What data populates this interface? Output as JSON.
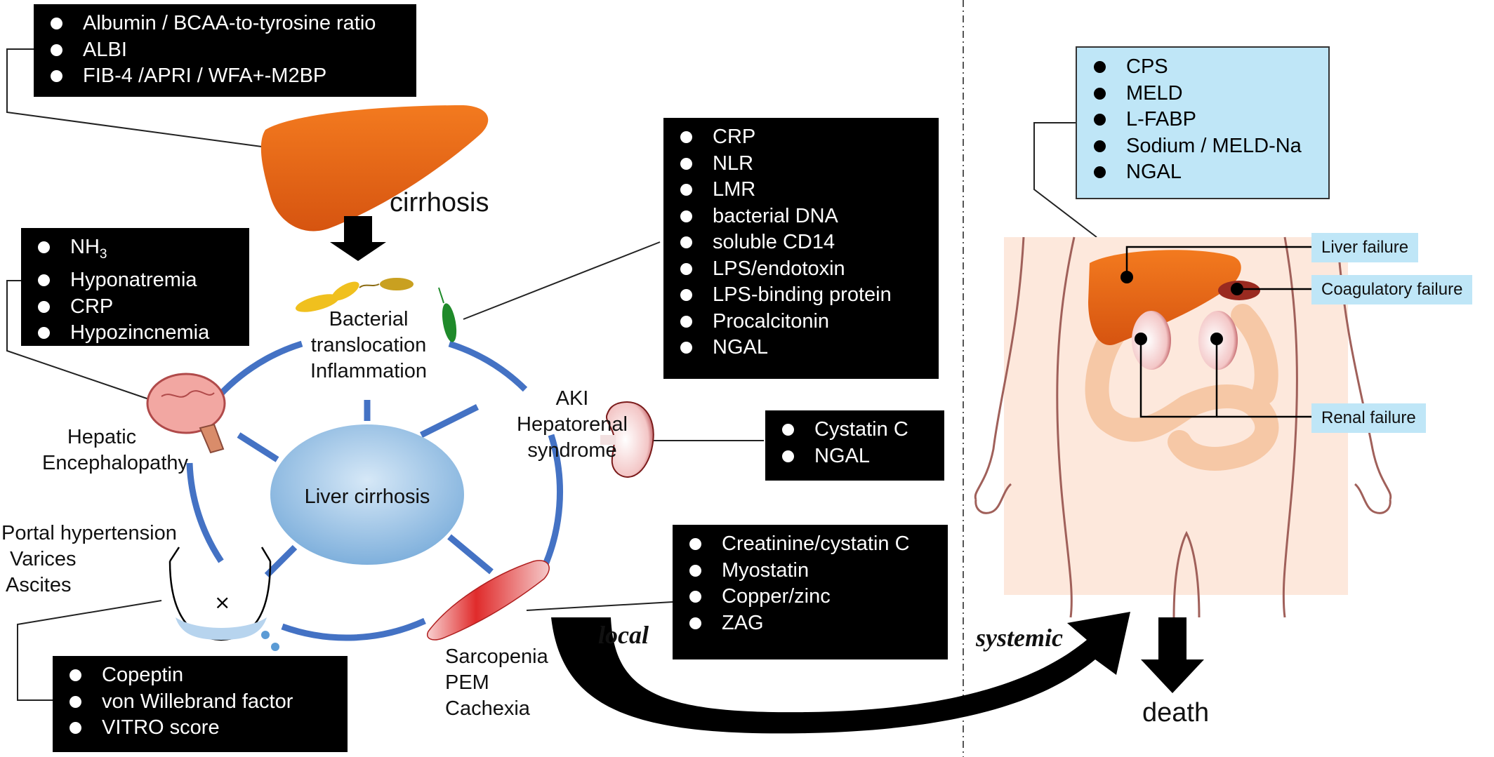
{
  "center_label": "Liver cirrhosis",
  "cirrhosis_label": "cirrhosis",
  "nodes": {
    "bacterial": [
      "Bacterial",
      "translocation",
      "Inflammation"
    ],
    "aki": [
      "AKI",
      "Hepatorenal",
      "syndrome"
    ],
    "hepatic": [
      "Hepatic",
      "Encephalopathy"
    ],
    "portal": [
      "Portal hypertension",
      "Varices",
      "Ascites"
    ],
    "sarcopenia": [
      "Sarcopenia",
      "PEM",
      "Cachexia"
    ]
  },
  "boxes": {
    "liver_markers": [
      "Albumin / BCAA-to-tyrosine ratio",
      "ALBI",
      "FIB-4 /APRI / WFA+-M2BP"
    ],
    "he_markers": [
      "NH3",
      "Hyponatremia",
      "CRP",
      "Hypozincnemia"
    ],
    "bacterial_markers": [
      "CRP",
      "NLR",
      "LMR",
      "bacterial DNA",
      "soluble CD14",
      "LPS/endotoxin",
      "LPS-binding protein",
      "Procalcitonin",
      "NGAL"
    ],
    "aki_markers": [
      "Cystatin C",
      "NGAL"
    ],
    "sarcopenia_markers": [
      "Creatinine/cystatin C",
      "Myostatin",
      "Copper/zinc",
      "ZAG"
    ],
    "portal_markers": [
      "Copeptin",
      "von Willebrand factor",
      "VITRO score"
    ],
    "systemic_markers": [
      "CPS",
      "MELD",
      "L-FABP",
      "Sodium / MELD-Na",
      "NGAL"
    ]
  },
  "organ_failure_labels": {
    "liver": "Liver failure",
    "coagulatory": "Coagulatory failure",
    "renal": "Renal failure"
  },
  "arrow_labels": {
    "local": "local",
    "systemic": "systemic",
    "death": "death"
  },
  "colors": {
    "liver": "#e8631a",
    "ring": "#4472c4",
    "center_fill": "#7fb0dc",
    "box_dark": "#000000",
    "box_light": "#bfe6f7",
    "body_skin": "#fde8dc",
    "kidney": "#a8202a"
  }
}
